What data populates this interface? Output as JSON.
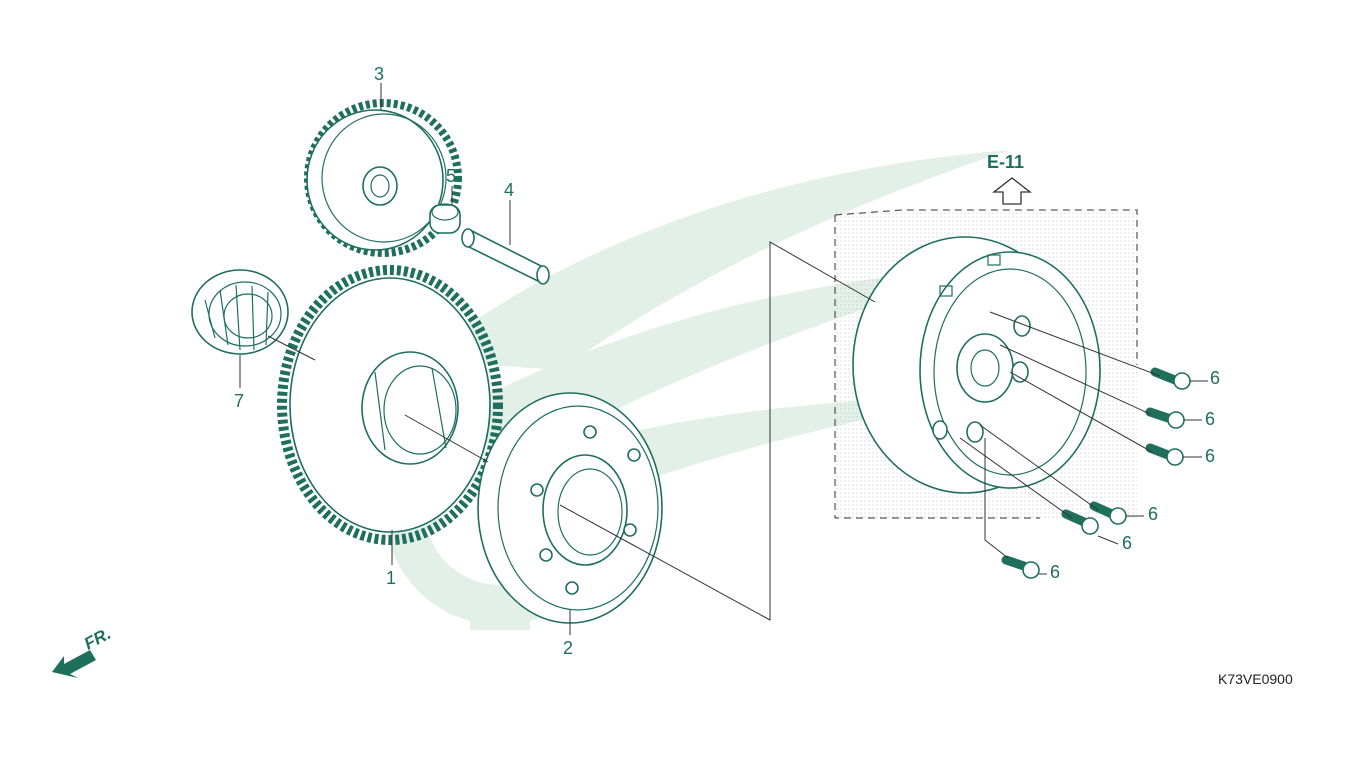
{
  "callouts": [
    {
      "id": "part-1",
      "label": "1"
    },
    {
      "id": "part-2",
      "label": "2"
    },
    {
      "id": "part-3",
      "label": "3"
    },
    {
      "id": "part-4",
      "label": "4"
    },
    {
      "id": "part-5",
      "label": "5"
    },
    {
      "id": "part-6",
      "label": "6"
    },
    {
      "id": "part-7",
      "label": "7"
    }
  ],
  "reference": "E-11",
  "direction": "FR.",
  "drawing_code": "K73VE0900",
  "colors": {
    "accent": "#1e6f5c",
    "watermark": "#e2f0e7",
    "line": "#333333"
  },
  "icons": [
    "front-arrow-icon",
    "up-arrow-icon"
  ]
}
